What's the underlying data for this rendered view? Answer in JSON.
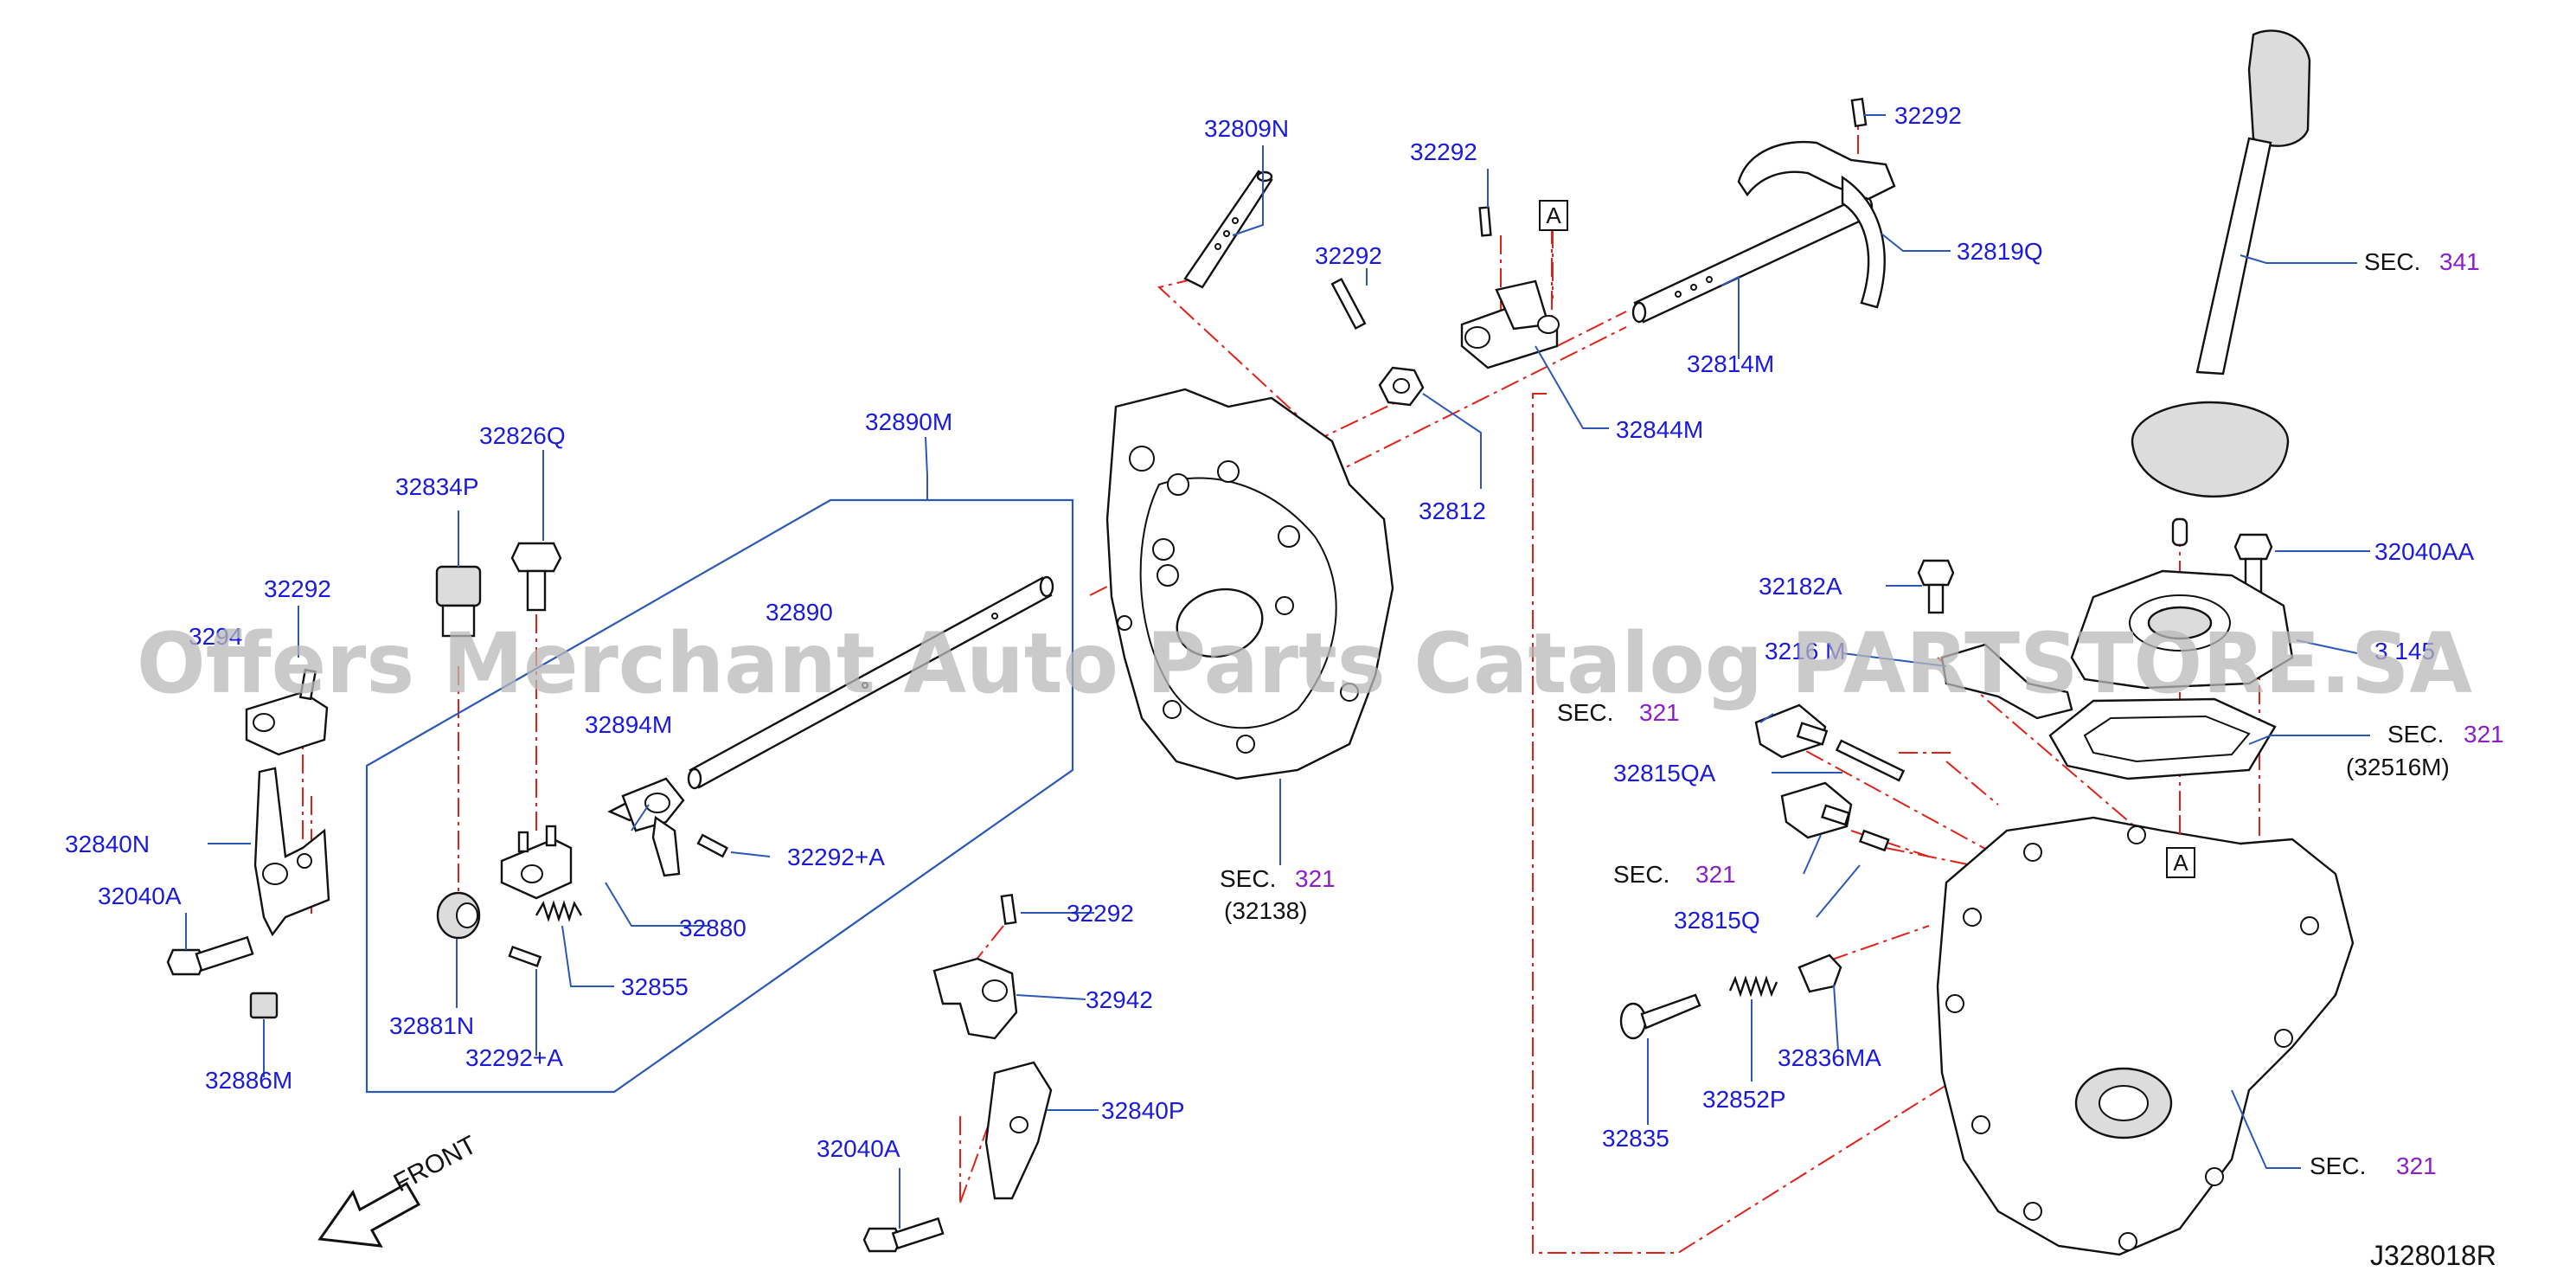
{
  "watermark": "Offers Merchant Auto Parts Catalog PARTSTORE.SA",
  "reference_code": "J328018R",
  "front_label": "FRONT",
  "callout_box": "A",
  "sec_prefix": "SEC.",
  "parts": {
    "p32809N": "32809N",
    "p32292_a": "32292",
    "p32292_b": "32292",
    "p32292_c": "32292",
    "p32292_d": "32292",
    "p32292_e": "32292",
    "p3294x": "3294",
    "p32819Q": "32819Q",
    "p32814M": "32814M",
    "p32844M": "32844M",
    "p32812": "32812",
    "p32890M": "32890M",
    "p32890": "32890",
    "p32826Q": "32826Q",
    "p32834P": "32834P",
    "p32894M": "32894M",
    "p32292A_a": "32292+A",
    "p32292A_b": "32292+A",
    "p32880": "32880",
    "p32855": "32855",
    "p32881N": "32881N",
    "p32840N": "32840N",
    "p32040A_a": "32040A",
    "p32040A_b": "32040A",
    "p32886M": "32886M",
    "p32942": "32942",
    "p32840P": "32840P",
    "p32040AA": "32040AA",
    "p32182A": "32182A",
    "p3216xM": "3216 M",
    "p3x145": "3 145",
    "p32815QA": "32815QA",
    "p32815Q": "32815Q",
    "p32836MA": "32836MA",
    "p32852P": "32852P",
    "p32835": "32835"
  },
  "sections": {
    "s341": {
      "num": "341"
    },
    "s321_case": {
      "num": "321",
      "sub": "(32138)"
    },
    "s321_sw1": {
      "num": "321"
    },
    "s321_sw2": {
      "num": "321"
    },
    "s321_gasket": {
      "num": "321",
      "sub": "(32516M)"
    },
    "s321_trans": {
      "num": "321"
    }
  }
}
